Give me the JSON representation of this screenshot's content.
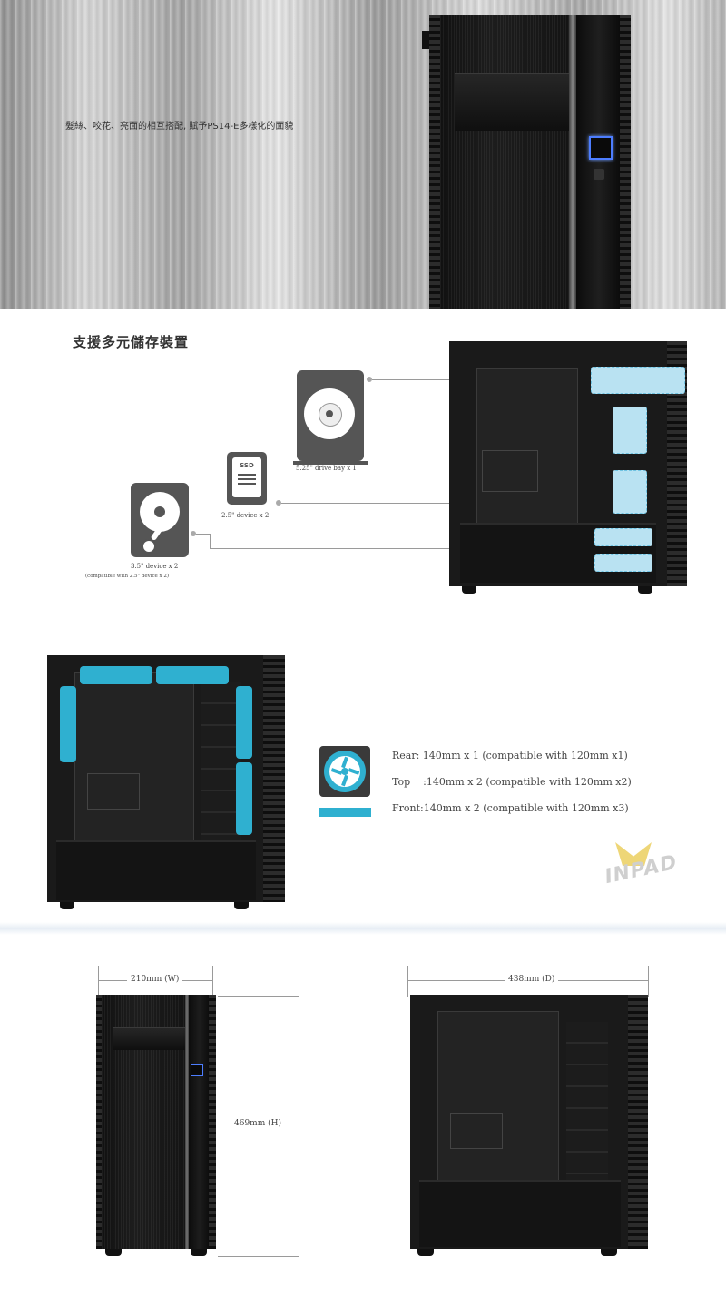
{
  "section1": {
    "tagline": "髮絲、咬花、亮面的相互搭配, 賦予PS14-E多樣化的面貌"
  },
  "section2": {
    "heading": "支援多元儲存裝置",
    "bay525_label": "5.25\" drive bay x 1",
    "ssd_icon_text": "SSD",
    "dev25_label": "2.5\" device x 2",
    "dev35_label": "3.5\" device x 2",
    "dev35_compat": "(compatible with 2.5\" device x 2)"
  },
  "section3": {
    "rear": "Rear: 140mm x 1 (compatible with 120mm x1)",
    "top": "Top    :140mm x 2 (compatible with 120mm x2)",
    "front": "Front:140mm x 2 (compatible with 120mm x3)",
    "watermark": "INPAD"
  },
  "section4": {
    "width_label": "210mm (W)",
    "height_label": "469mm (H)",
    "depth_label": "438mm (D)"
  },
  "colors": {
    "accent_cyan": "#2fb0d0",
    "light_blue": "#b9e2f2",
    "watermark_gold": "#e8c84a"
  }
}
